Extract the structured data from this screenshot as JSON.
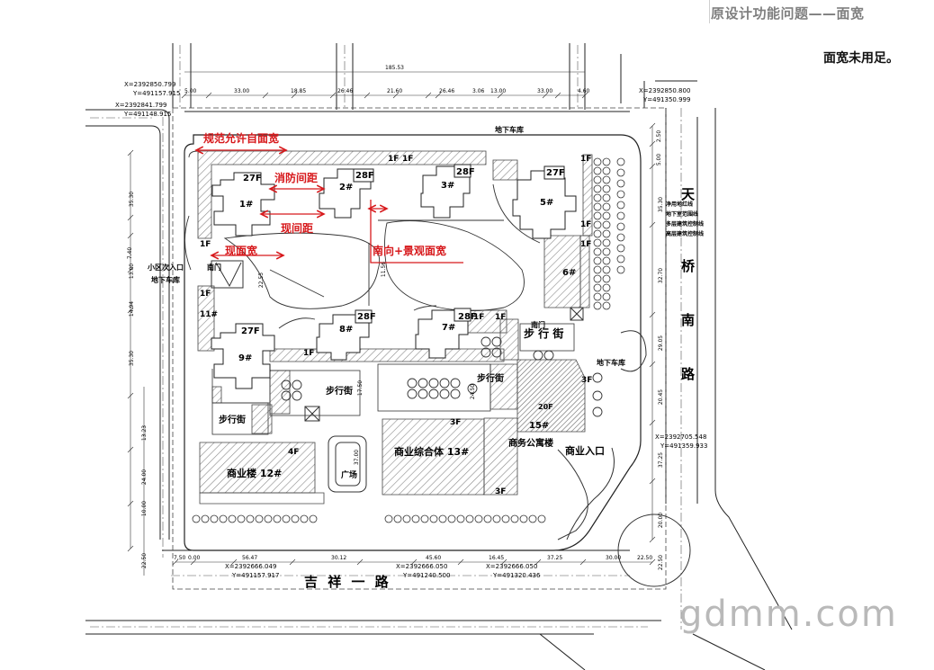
{
  "header": {
    "title": "原设计功能问题——面宽",
    "subtitle": "面宽未用足。"
  },
  "annotations": {
    "allowed_width": "规范允许自面宽",
    "fire_spacing": "消防间距",
    "current_spacing": "现间距",
    "current_width": "现面宽",
    "south_landscape_width": "南向+景观面宽"
  },
  "roads": {
    "south_road": "吉 祥 一 路",
    "east_road_chars": [
      "天",
      "桥",
      "南",
      "路"
    ]
  },
  "buildings": [
    {
      "id": "1#",
      "floors": "27F"
    },
    {
      "id": "2#",
      "floors": "28F"
    },
    {
      "id": "3#",
      "floors": "28F"
    },
    {
      "id": "5#",
      "floors": "27F"
    },
    {
      "id": "7#",
      "floors": "28F"
    },
    {
      "id": "8#",
      "floors": "28F"
    },
    {
      "id": "9#",
      "floors": "27F"
    }
  ],
  "labels": {
    "commercial_12": "商业楼 12#",
    "commercial_13": "商业综合体 13#",
    "office_15": "商务公寓楼",
    "tower_15": "15#",
    "plaza": "广场",
    "pedestrian_street": "步行街",
    "pedestrian_street_right": "步 行 街",
    "commercial_entrance": "商业入口",
    "community_entrance": "小区次入口",
    "underground_entrance": "地下车库",
    "underground_entrance_right": "地下车库",
    "underground_top": "地下车库",
    "gate": "南门",
    "gate_left": "南门",
    "building_6": "6#",
    "building_11": "11#",
    "floors_1f": "1F",
    "floors_3f": "3F",
    "floors_4f": "4F",
    "floors_20f": "20F"
  },
  "dimensions": {
    "top_total": "185.53",
    "top": [
      "5.00",
      "33.00",
      "18.85",
      "26.46",
      "21.60",
      "26.46",
      "3.06",
      "13.00",
      "33.00",
      "4.60"
    ],
    "bottom": [
      "7.50",
      "0.00",
      "56.47",
      "30.12",
      "45.60",
      "16.45",
      "37.25",
      "30.00",
      "22.50"
    ],
    "left": [
      "35.30",
      "7.40",
      "13.00",
      "14.94",
      "35.30",
      "13.23",
      "24.00",
      "10.00",
      "22.50"
    ],
    "right": [
      "2.50",
      "5.00",
      "35.30",
      "32.70",
      "29.05",
      "20.45",
      "37.25",
      "20.00",
      "22.50"
    ],
    "inner": [
      "17.50",
      "24.50",
      "37.00",
      "11.56",
      "22.55"
    ]
  },
  "coordinates": {
    "top_left_1": "X=2392850.799",
    "top_left_1y": "Y=491157.915",
    "top_left_2": "X=2392841.799",
    "top_left_2y": "Y=491148.915",
    "top_right": "X=2392850.800",
    "top_right_y": "Y=491350.999",
    "right": "X=2392705.548",
    "right_y": "Y=491359.933",
    "bottom_1": "X=2392666.049",
    "bottom_1y": "Y=491157.917",
    "bottom_2": "X=2392666.050",
    "bottom_2y": "Y=491240.500",
    "bottom_3": "X=2392666.050",
    "bottom_3y": "Y=491320.436"
  },
  "legend": [
    "净用地红线",
    "地下室范围线",
    "多层建筑控制线",
    "高层建筑控制线"
  ],
  "watermark": "gdmm.com",
  "colors": {
    "annotation_red": "#d7191c",
    "hatch": "#9a9a9a",
    "line": "#333333"
  }
}
